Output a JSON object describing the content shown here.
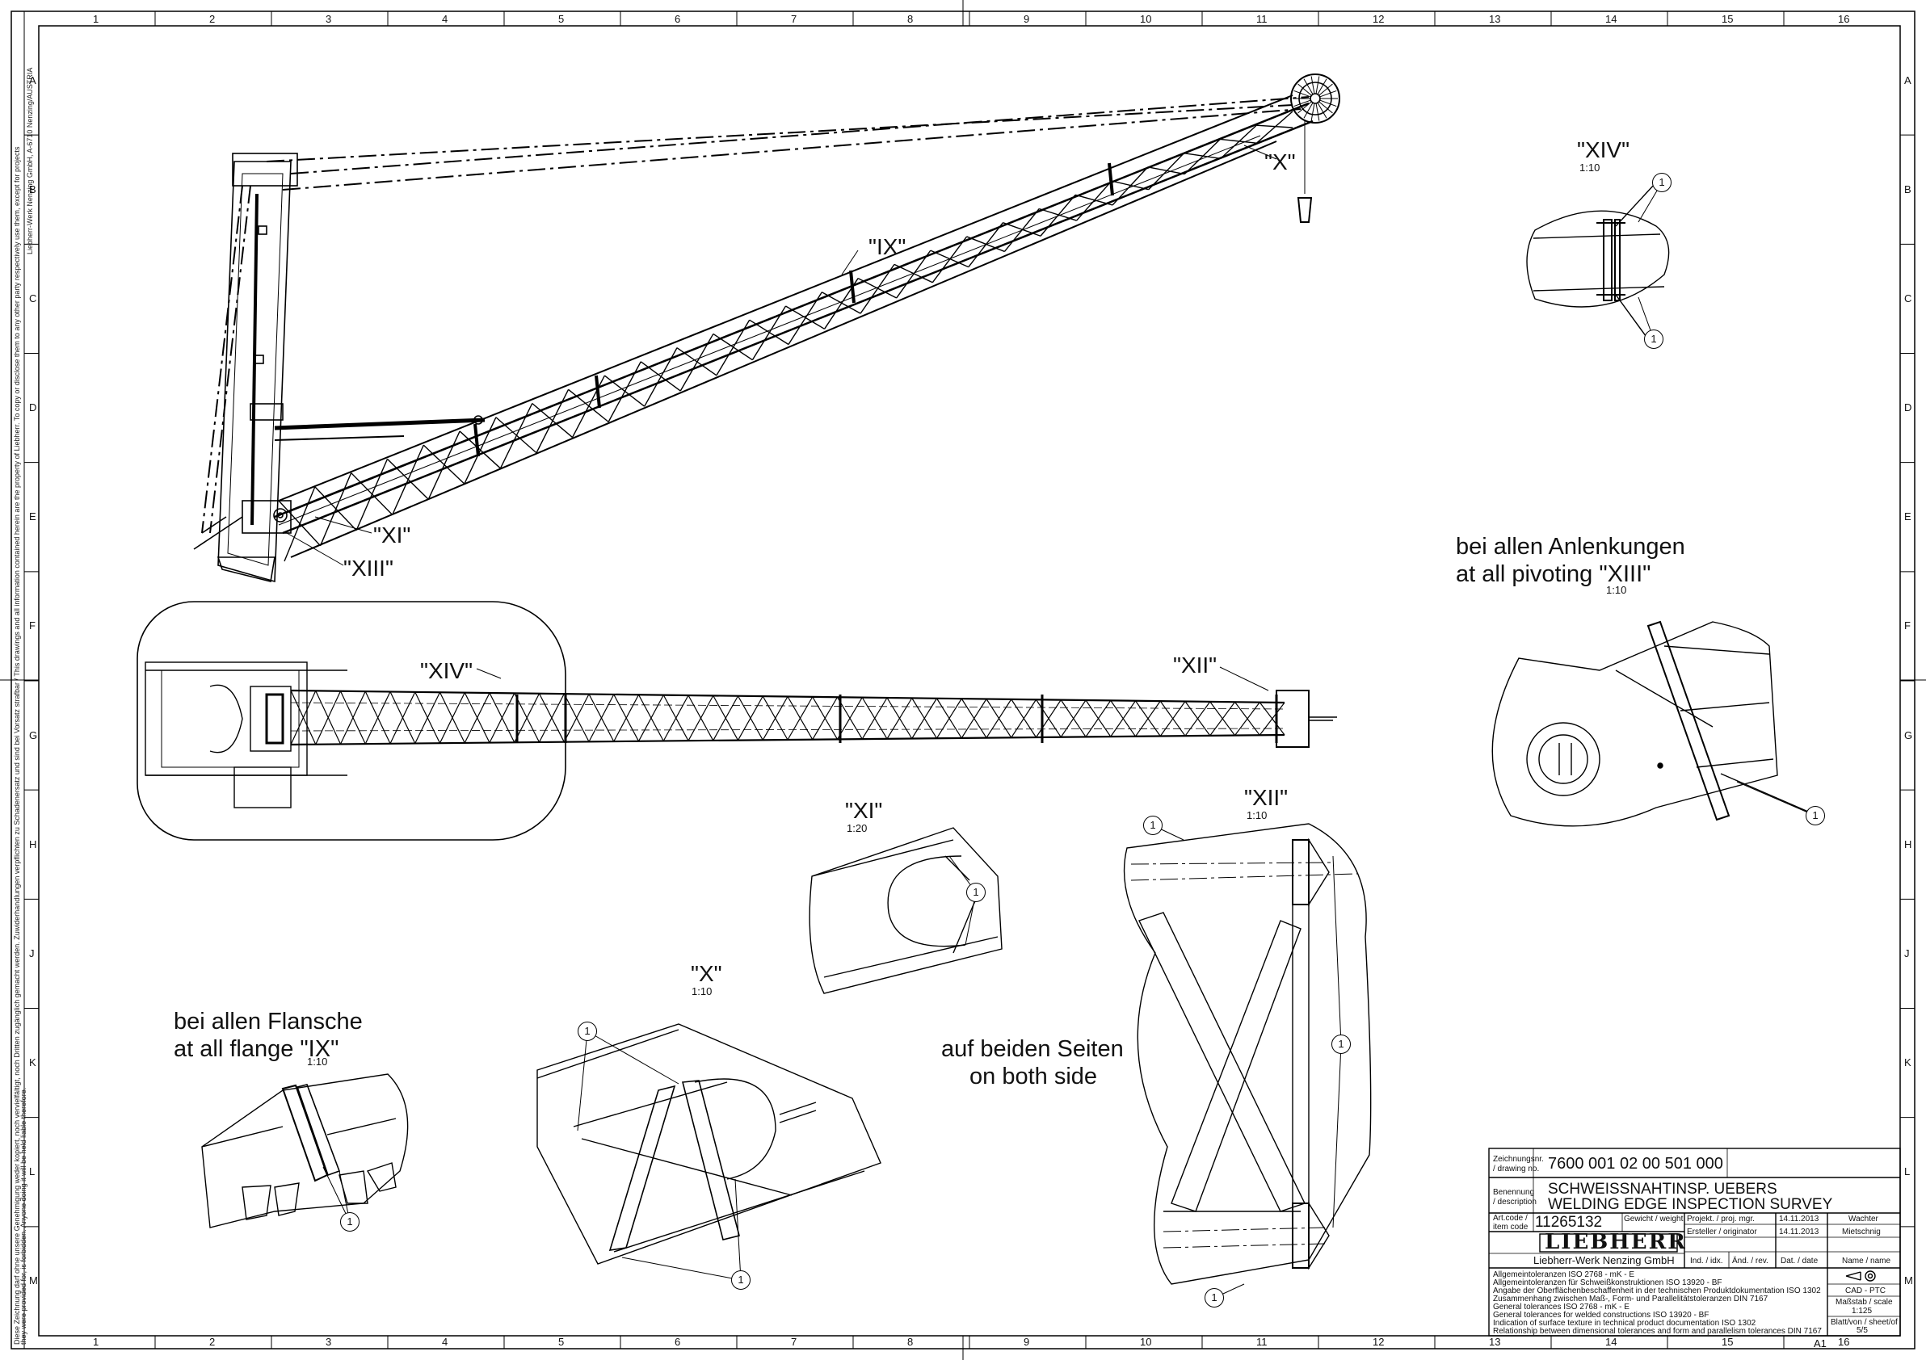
{
  "grid": {
    "columns": [
      "1",
      "2",
      "3",
      "4",
      "5",
      "6",
      "7",
      "8",
      "9",
      "10",
      "11",
      "12",
      "13",
      "14",
      "15",
      "16"
    ],
    "rows": [
      "A",
      "B",
      "C",
      "D",
      "E",
      "F",
      "G",
      "H",
      "J",
      "K",
      "L",
      "M"
    ]
  },
  "sheet_size": "A1",
  "side_note_1": "Diese Zeichnung darf ohne unsere Genehmigung weder kopiert, noch vervielfältigt, noch Dritten zugänglich gemacht werden. Zuwiderhandlungen verpflichten zu Schadenersatz und sind bei Vorsatz strafbar / This drawings and all information contained herein are the property of Liebherr. To copy or disclose them to any other party respectively use them, except for projects",
  "side_note_2": "they were provided for, is forbidden. Anyone doing it will be held liable therefore.",
  "side_note_3": "Liebherr-Werk Nenzing GmbH, A-6710 Nenzing/AUSTRIA",
  "details": {
    "ix": {
      "label": "\"IX\""
    },
    "x": {
      "label": "\"X\"",
      "scale": "1:10"
    },
    "xi": {
      "label": "\"XI\"",
      "scale": "1:20"
    },
    "xii": {
      "label": "\"XII\"",
      "scale": "1:10"
    },
    "xiii": {
      "label": "\"XIII\""
    },
    "xiv": {
      "label": "\"XIV\"",
      "scale": "1:10"
    }
  },
  "notes": {
    "pivoting_de": "bei allen Anlenkungen",
    "pivoting_en": "at all pivoting \"XIII\"",
    "pivoting_scale": "1:10",
    "flange_de": "bei allen Flansche",
    "flange_en": "at all flange \"IX\"",
    "flange_scale": "1:10",
    "sides_de": "auf beiden Seiten",
    "sides_en": "on both side"
  },
  "callout_number": "1",
  "title_block": {
    "drawing_no_label_1": "Zeichnungsnr.",
    "drawing_no_label_2": "/ drawing no.",
    "drawing_no": "7600 001 02 00 501 000",
    "description_label_1": "Benennung",
    "description_label_2": "/ description",
    "description_de": "SCHWEISSNAHTINSP. UEBERS",
    "description_en": "WELDING EDGE INSPECTION SURVEY",
    "art_code_label_1": "Art.code /",
    "art_code_label_2": "item code",
    "art_code": "11265132",
    "weight_label": "Gewicht / weight",
    "project_label": "Projekt. / proj. mgr.",
    "project_date": "14.11.2013",
    "project_name": "Wachter",
    "originator_label": "Ersteller / originator",
    "originator_date": "14.11.2013",
    "originator_name": "Mietschnig",
    "logo": "LIEBHERR",
    "company": "Liebherr-Werk Nenzing GmbH",
    "col_index": "Ind. / idx.",
    "col_change": "Änd. / rev.",
    "col_date": "Dat. / date",
    "col_name": "Name / name",
    "tol_1": "Allgemeintoleranzen ISO 2768 - mK - E",
    "tol_2": "Allgemeintoleranzen für Schweißkonstruktionen ISO 13920 - BF",
    "tol_3": "Angabe der Oberflächenbeschaffenheit in der technischen Produktdokumentation ISO 1302",
    "tol_4": "Zusammenhang zwischen Maß-, Form- und Parallelitätstoleranzen DIN 7167",
    "tol_5": "General tolerances ISO 2768 - mK - E",
    "tol_6": "General tolerances for welded constructions ISO 13920 - BF",
    "tol_7": "Indication of surface texture in technical product documentation ISO 1302",
    "tol_8": "Relationship between dimensional tolerances and form and parallelism tolerances DIN 7167",
    "cad": "CAD - PTC",
    "scale_label": "Maßstab / scale",
    "scale": "1:125",
    "sheet_label": "Blatt/von / sheet/of",
    "sheet": "5/5"
  }
}
